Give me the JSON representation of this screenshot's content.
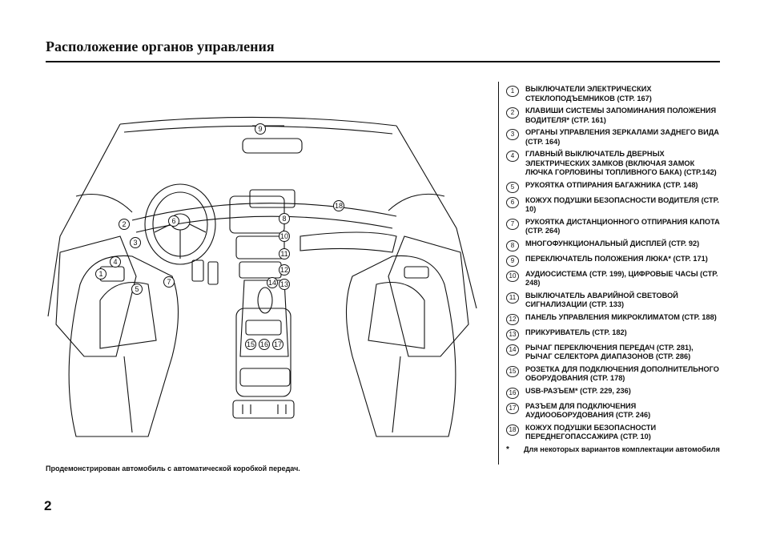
{
  "page": {
    "title": "Расположение органов управления",
    "caption": "Продемонстрирован автомобиль с автоматической коробкой передач.",
    "page_number": "2"
  },
  "legend": [
    {
      "num": "1",
      "text": "ВЫКЛЮЧАТЕЛИ ЭЛЕКТРИЧЕСКИХ СТЕКЛОПОДЪЕМНИКОВ (СТР. 167)"
    },
    {
      "num": "2",
      "text": "КЛАВИШИ СИСТЕМЫ ЗАПОМИНАНИЯ ПОЛОЖЕНИЯ ВОДИТЕЛЯ* (СТР. 161)"
    },
    {
      "num": "3",
      "text": "ОРГАНЫ УПРАВЛЕНИЯ ЗЕРКАЛАМИ ЗАДНЕГО ВИДА (СТР. 164)"
    },
    {
      "num": "4",
      "text": "ГЛАВНЫЙ ВЫКЛЮЧАТЕЛЬ ДВЕРНЫХ ЭЛЕКТРИЧЕСКИХ ЗАМКОВ (ВКЛЮЧАЯ ЗАМОК ЛЮЧКА ГОРЛОВИНЫ ТОПЛИВНОГО БАКА) (СТР.142)"
    },
    {
      "num": "5",
      "text": "РУКОЯТКА ОТПИРАНИЯ БАГАЖНИКА (СТР. 148)"
    },
    {
      "num": "6",
      "text": "КОЖУХ ПОДУШКИ БЕЗОПАСНОСТИ ВОДИТЕЛЯ (СТР. 10)"
    },
    {
      "num": "7",
      "text": "РУКОЯТКА ДИСТАНЦИОННОГО ОТПИРАНИЯ КАПОТА (СТР. 264)"
    },
    {
      "num": "8",
      "text": "МНОГОФУНКЦИОНАЛЬНЫЙ ДИСПЛЕЙ (СТР. 92)"
    },
    {
      "num": "9",
      "text": "ПЕРЕКЛЮЧАТЕЛЬ ПОЛОЖЕНИЯ ЛЮКА* (СТР. 171)"
    },
    {
      "num": "10",
      "text": "АУДИОСИСТЕМА (СТР. 199), ЦИФРОВЫЕ ЧАСЫ (СТР. 248)"
    },
    {
      "num": "11",
      "text": "ВЫКЛЮЧАТЕЛЬ АВАРИЙНОЙ СВЕТОВОЙ СИГНАЛИЗАЦИИ (СТР. 133)"
    },
    {
      "num": "12",
      "text": "ПАНЕЛЬ УПРАВЛЕНИЯ МИКРОКЛИМАТОМ (СТР. 188)"
    },
    {
      "num": "13",
      "text": "ПРИКУРИВАТЕЛЬ (СТР. 182)"
    },
    {
      "num": "14",
      "text": "РЫЧАГ ПЕРЕКЛЮЧЕНИЯ ПЕРЕДАЧ (СТР. 281), РЫЧАГ СЕЛЕКТОРА ДИАПАЗОНОВ (СТР. 286)"
    },
    {
      "num": "15",
      "text": "РОЗЕТКА ДЛЯ ПОДКЛЮЧЕНИЯ ДОПОЛНИТЕЛЬНОГО ОБОРУДОВАНИЯ (СТР. 178)"
    },
    {
      "num": "16",
      "text": "USB-РАЗЪЕМ* (СТР. 229, 236)"
    },
    {
      "num": "17",
      "text": "РАЗЪЕМ ДЛЯ ПОДКЛЮЧЕНИЯ АУДИООБОРУДОВАНИЯ (СТР. 246)"
    },
    {
      "num": "18",
      "text": "КОЖУХ ПОДУШКИ БЕЗОПАСНОСТИ ПЕРЕДНЕГОПАССАЖИРА (СТР. 10)"
    }
  ],
  "footnote": {
    "mark": "*",
    "text": "Для некоторых вариантов комплектации автомобиля"
  },
  "illustration": {
    "callouts": [
      "1",
      "2",
      "3",
      "4",
      "5",
      "6",
      "7",
      "8",
      "9",
      "10",
      "11",
      "12",
      "13",
      "14",
      "15",
      "16",
      "17",
      "18"
    ]
  }
}
